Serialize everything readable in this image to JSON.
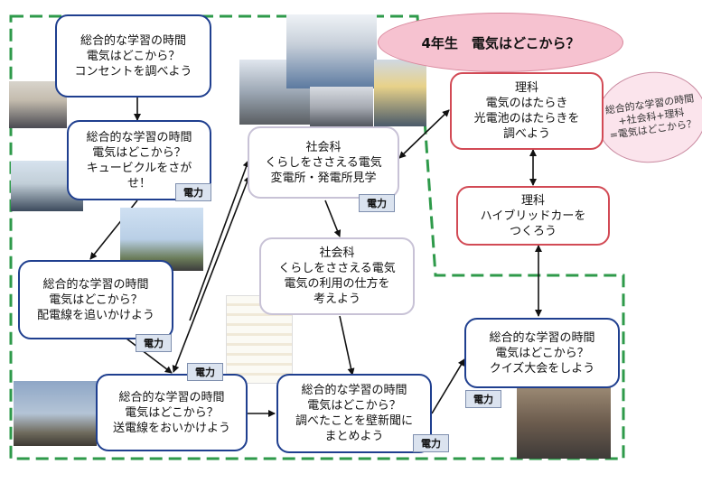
{
  "title": "4年生　電気はどこから？",
  "note_lines": [
    "総合的な学習の時間",
    "+社会科+理科",
    "=電気はどこから？"
  ],
  "tag_label": "電力",
  "boxes": {
    "b1": [
      "総合的な学習の時間",
      "電気はどこから？",
      "コンセントを調べよう"
    ],
    "b2": [
      "総合的な学習の時間",
      "電気はどこから？",
      "キュービクルをさが",
      "せ！"
    ],
    "b3": [
      "総合的な学習の時間",
      "電気はどこから？",
      "配電線を追いかけよう"
    ],
    "b4": [
      "総合的な学習の時間",
      "電気はどこから？",
      "送電線をおいかけよう"
    ],
    "s1": [
      "社会科",
      "くらしをささえる電気",
      "変電所・発電所見学"
    ],
    "s2": [
      "社会科",
      "くらしをささえる電気",
      "電気の利用の仕方を",
      "考えよう"
    ],
    "b5": [
      "総合的な学習の時間",
      "電気はどこから？",
      "調べたことを壁新聞に",
      "まとめよう"
    ],
    "r1": [
      "理科",
      "電気のはたらき",
      "光電池のはたらきを",
      "調べよう"
    ],
    "r2": [
      "理科",
      "ハイブリッドカーを",
      "つくろう"
    ],
    "b6": [
      "総合的な学習の時間",
      "電気はどこから？",
      "クイズ大会をしよう"
    ]
  },
  "colors": {
    "blue_border": "#1f3f8f",
    "red_border": "#d24a55",
    "dashed_border": "#2e9a4a",
    "title_fill": "#f6c2d0"
  }
}
